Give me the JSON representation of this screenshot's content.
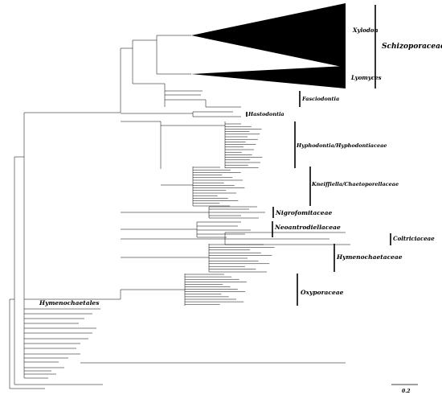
{
  "clades": {
    "xylodon": "Xylodon",
    "lyomyces": "Lyomyces",
    "schizoporaceae": "Schizoporaceae",
    "fasciodontia": "Fasciodontia",
    "hastodontia": "Hastodontia",
    "hyphodontiaceae": "Hyphodontia/Hyphodontiaceae",
    "chaetoporellaceae": "Kneiffiella/Chaetoporellaceae",
    "nigrofomitaceae": "Nigrofomitaceae",
    "neoantrodiellaceae": "Neoantrodiellaceae",
    "coltriciaceae": "Coltriciaceae",
    "hymenochaetaceae": "Hymenochaetaceae",
    "oxyporaceae": "Oxyporaceae",
    "hymenochaetales": "Hymenochaetales"
  },
  "scale_bar": {
    "label": "0.2"
  },
  "colors": {
    "line": "#000000",
    "triangle": "#000000"
  }
}
